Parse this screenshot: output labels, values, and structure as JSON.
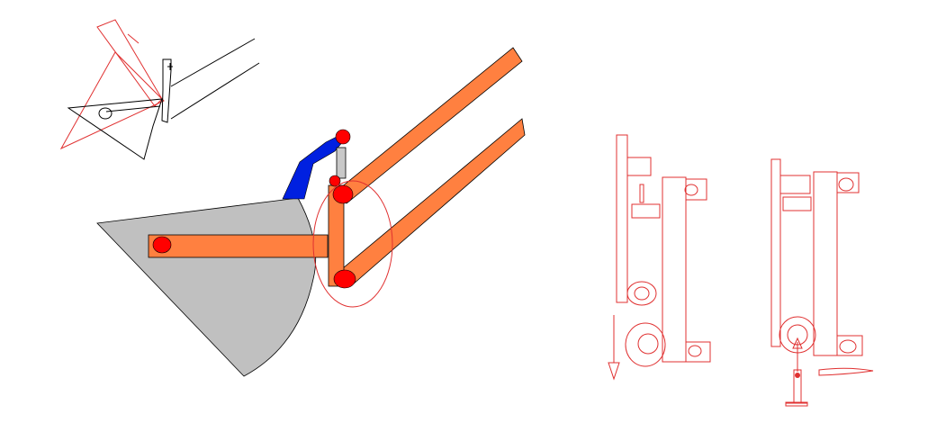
{
  "diagram": {
    "kind": "mechanical-linkage-sketch",
    "background": "#ffffff",
    "colors": {
      "sketch_red": "#e03030",
      "sketch_black": "#000000",
      "bucket_fill": "#c0c0c0",
      "arm_fill": "#ff8040",
      "hydraulic_blue": "#0020e0",
      "cylinder_grey": "#c8c8c8",
      "pivot_red": "#ff0000"
    },
    "parts": [
      "bucket",
      "lower-link",
      "upper-arm",
      "lower-arm",
      "vertical-link",
      "hydraulic-cylinder",
      "pivot-pins",
      "highlight-ellipse",
      "thumbnail-sketch",
      "side-view-outline-1",
      "side-view-outline-2"
    ]
  }
}
